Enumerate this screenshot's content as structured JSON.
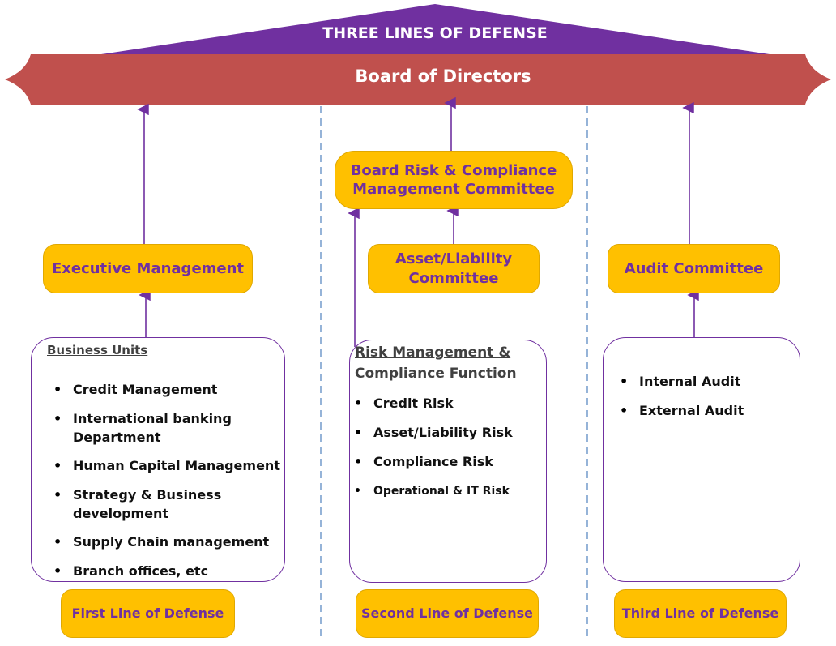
{
  "roof_title": "THREE LINES OF DEFENSE",
  "board": "Board of Directors",
  "first_line": {
    "management": "Executive Management",
    "box_header": "Business Units",
    "items": [
      "Credit Management",
      "International banking Department",
      "Human Capital Management",
      "Strategy & Business development",
      "Supply Chain management",
      "Branch offices, etc"
    ],
    "label": "First Line of Defense"
  },
  "second_line": {
    "board_committee": "Board Risk & Compliance Management Committee",
    "committee": "Asset/Liability Committee",
    "box_header": "Risk Management & Compliance Function",
    "items": [
      "Credit Risk",
      "Asset/Liability Risk",
      "Compliance Risk",
      "Operational & IT Risk"
    ],
    "label": "Second Line of Defense"
  },
  "third_line": {
    "committee": "Audit Committee",
    "items": [
      "Internal Audit",
      "External Audit"
    ],
    "label": "Third Line of Defense"
  },
  "colors": {
    "roof": "#7030a0",
    "board_banner": "#c0504d",
    "boxes": "#ffc000",
    "box_text": "#7030a0",
    "arrows": "#7030a0",
    "dividers": "#4f81bd"
  }
}
